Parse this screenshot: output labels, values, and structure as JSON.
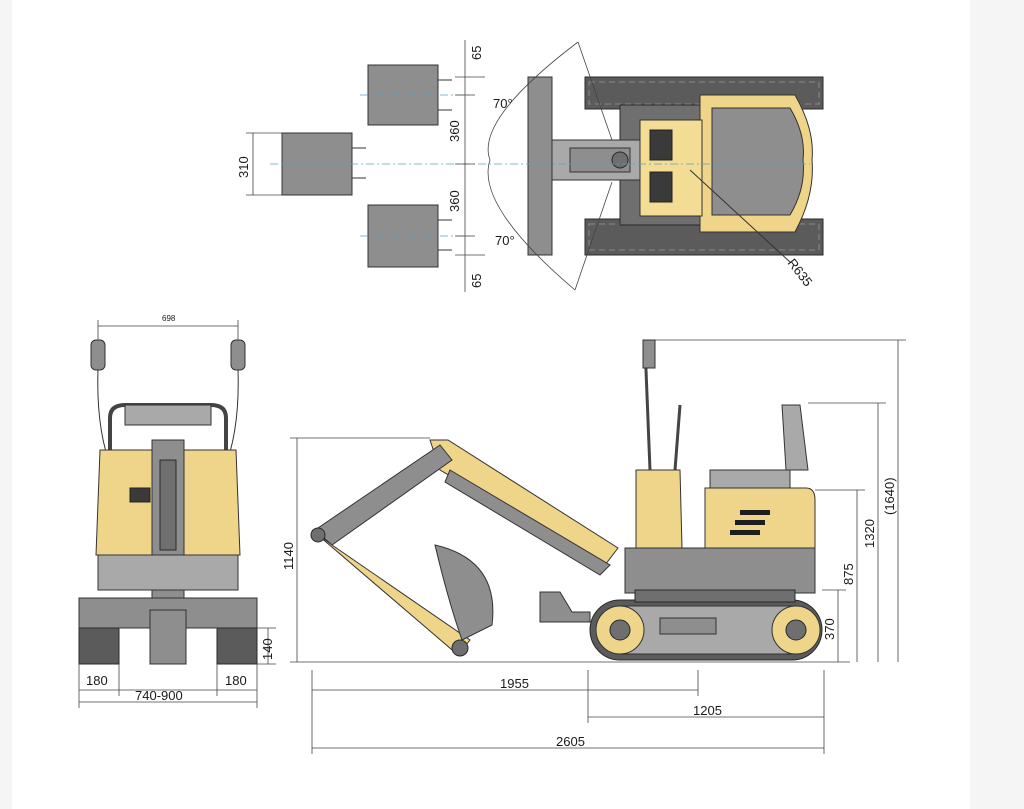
{
  "top_view": {
    "dims": {
      "top_offset": "65",
      "upper_spacing": "360",
      "lower_spacing": "360",
      "bottom_offset": "65",
      "bucket_width": "310",
      "swing_left": "70°",
      "swing_right": "70°",
      "tail_radius": "R635"
    }
  },
  "front_view": {
    "dims": {
      "mirror_width": "698",
      "track_left": "180",
      "track_right": "180",
      "track_gauge": "740-900",
      "blade_height": "140"
    }
  },
  "side_view": {
    "dims": {
      "arm_height": "1140",
      "reach_1955": "1955",
      "track_length": "1205",
      "overall_length": "2605",
      "ground_clearance": "370",
      "seat_height": "875",
      "canopy_height": "1320",
      "overall_height": "(1640)"
    }
  },
  "colors": {
    "body_yellow": "#efd58a",
    "steel_grey": "#8e8e8e",
    "track_dark": "#5b5b5b",
    "centerline_blue": "#5aa0c8"
  }
}
